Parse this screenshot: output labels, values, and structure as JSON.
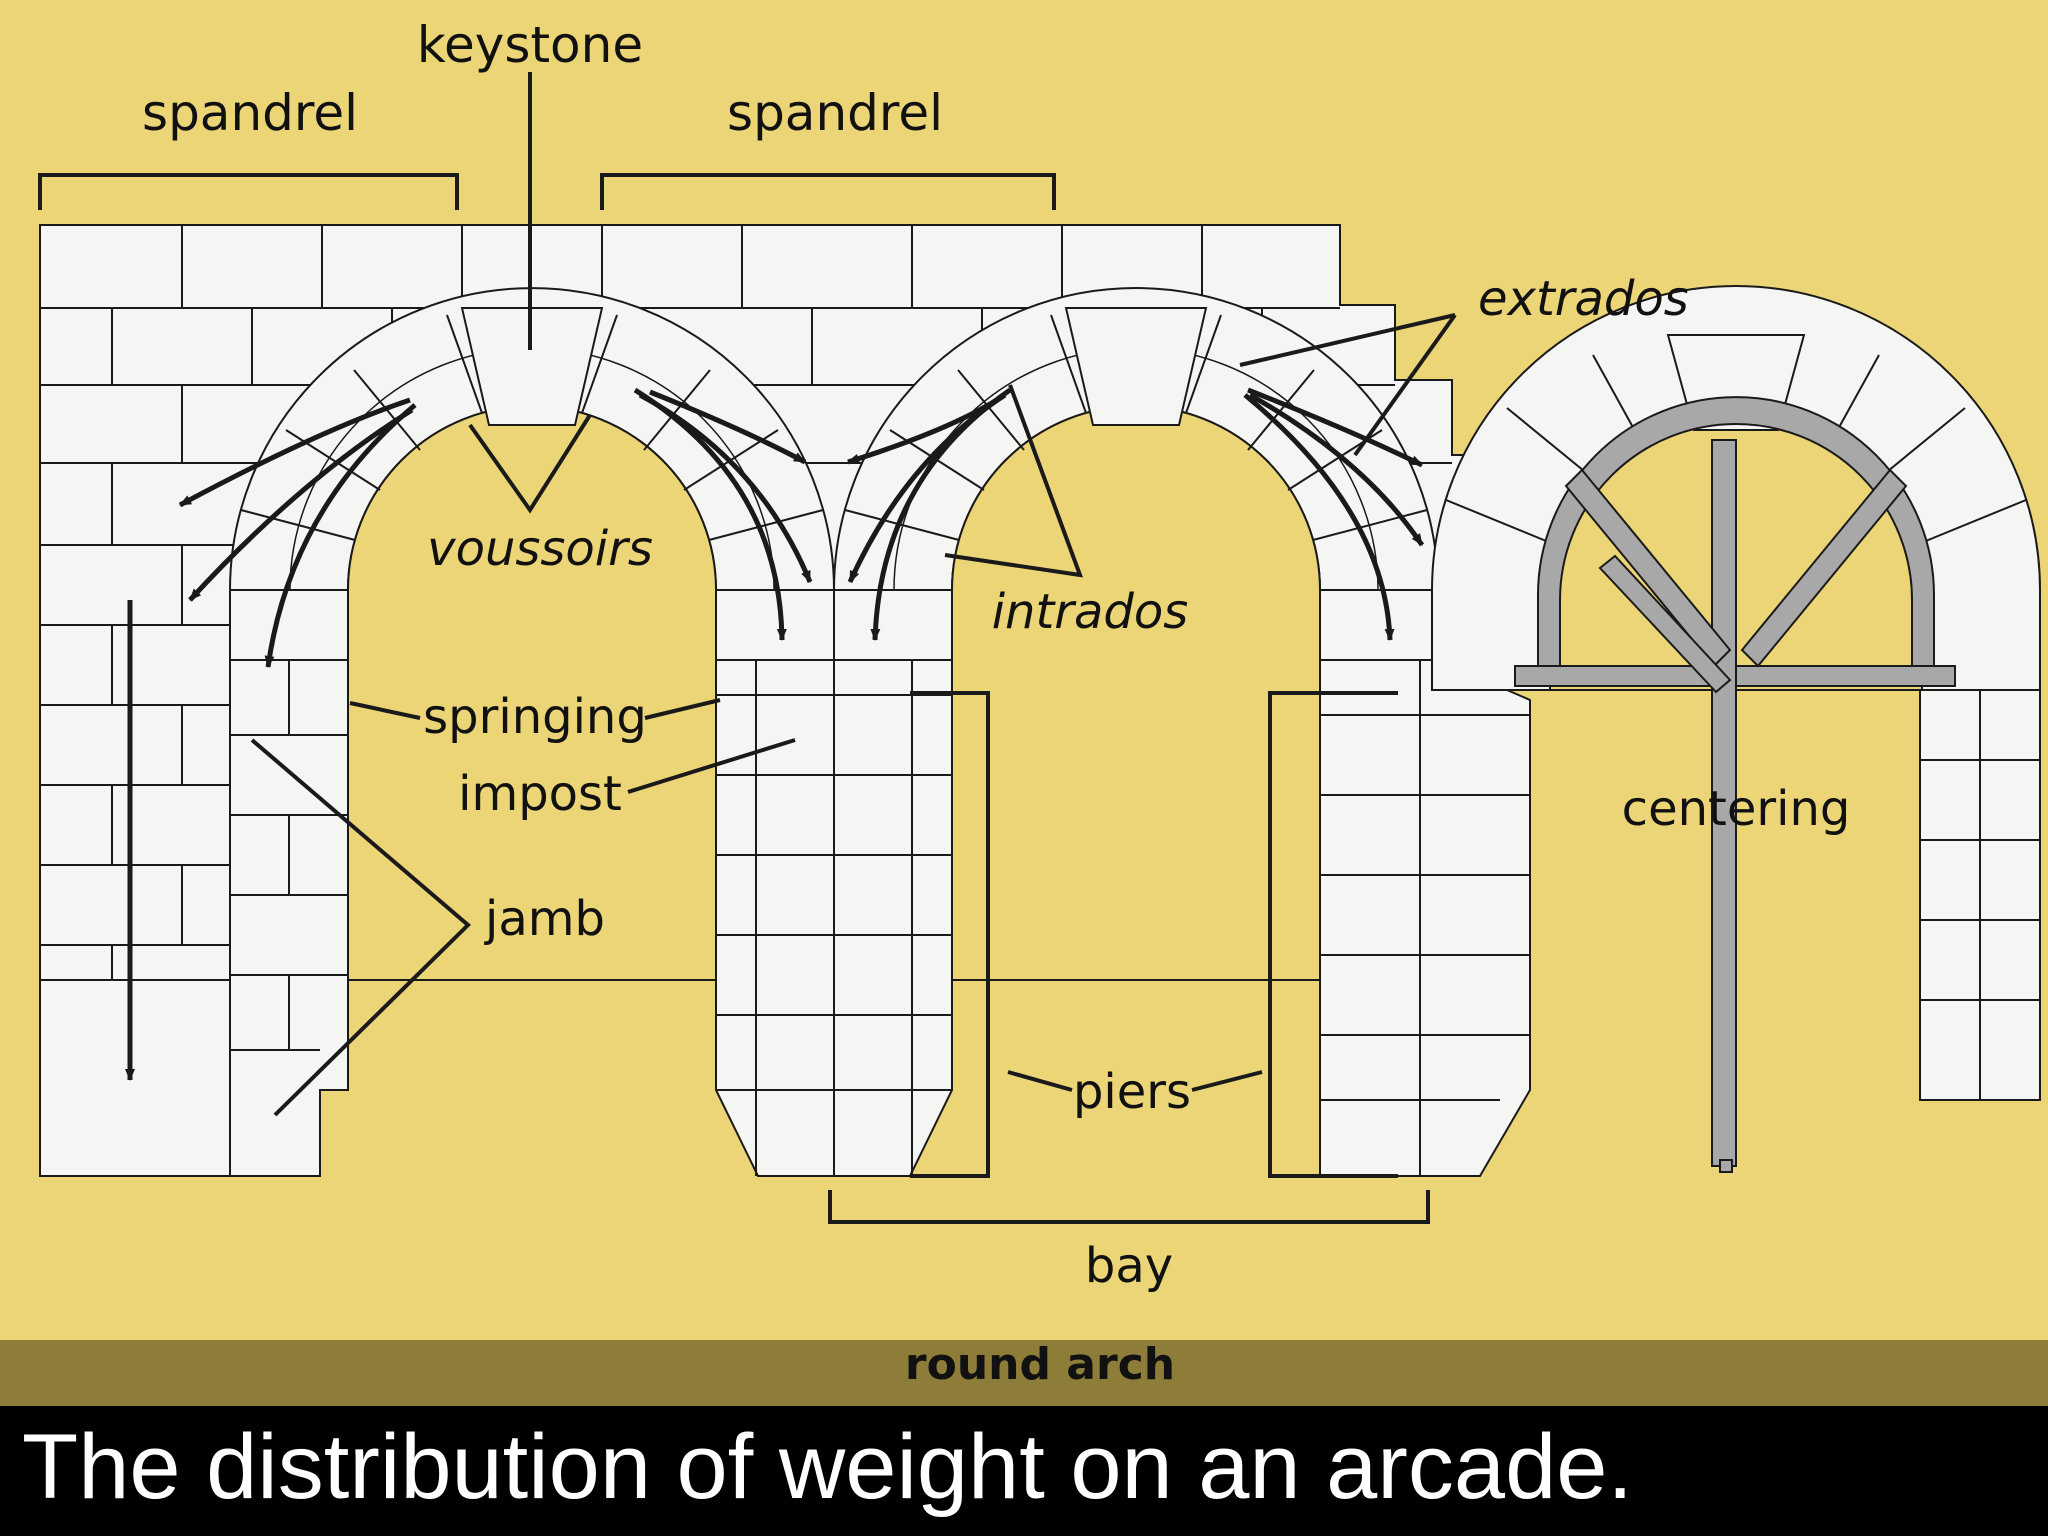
{
  "diagram": {
    "labels": {
      "keystone": "keystone",
      "spandrel_left": "spandrel",
      "spandrel_right": "spandrel",
      "extrados": "extrados",
      "voussoirs": "voussoirs",
      "intrados": "intrados",
      "springing": "springing",
      "impost": "impost",
      "jamb": "jamb",
      "centering": "centering",
      "piers": "piers",
      "bay": "bay"
    },
    "figure_title": "round arch"
  },
  "caption": "The distribution of weight on an arcade.",
  "colors": {
    "background": "#ecd576",
    "stone": "#f5f5f3",
    "line": "#1a1a1a",
    "centering_wood": "#a8a8a8",
    "title_band": "#8e7d38",
    "caption_bg": "#000000",
    "caption_text": "#ffffff"
  }
}
